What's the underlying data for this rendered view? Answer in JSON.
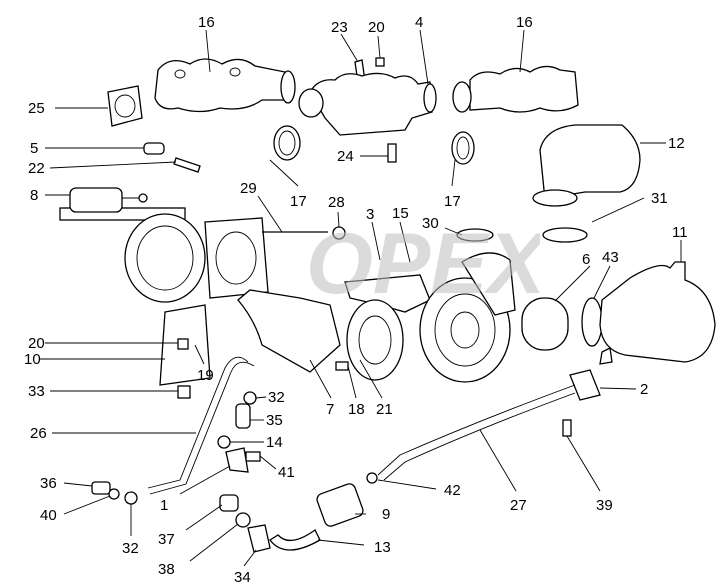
{
  "diagram": {
    "watermark": "OPEX",
    "callouts": [
      {
        "id": "c16a",
        "text": "16"
      },
      {
        "id": "c23",
        "text": "23"
      },
      {
        "id": "c20a",
        "text": "20"
      },
      {
        "id": "c4",
        "text": "4"
      },
      {
        "id": "c16b",
        "text": "16"
      },
      {
        "id": "c25",
        "text": "25"
      },
      {
        "id": "c5",
        "text": "5"
      },
      {
        "id": "c22",
        "text": "22"
      },
      {
        "id": "c12",
        "text": "12"
      },
      {
        "id": "c24",
        "text": "24"
      },
      {
        "id": "c8",
        "text": "8"
      },
      {
        "id": "c29",
        "text": "29"
      },
      {
        "id": "c17a",
        "text": "17"
      },
      {
        "id": "c28",
        "text": "28"
      },
      {
        "id": "c3",
        "text": "3"
      },
      {
        "id": "c15",
        "text": "15"
      },
      {
        "id": "c17b",
        "text": "17"
      },
      {
        "id": "c31",
        "text": "31"
      },
      {
        "id": "c30",
        "text": "30"
      },
      {
        "id": "c11",
        "text": "11"
      },
      {
        "id": "c6",
        "text": "6"
      },
      {
        "id": "c43",
        "text": "43"
      },
      {
        "id": "c20b",
        "text": "20"
      },
      {
        "id": "c10",
        "text": "10"
      },
      {
        "id": "c19",
        "text": "19"
      },
      {
        "id": "c33",
        "text": "33"
      },
      {
        "id": "c32a",
        "text": "32"
      },
      {
        "id": "c7",
        "text": "7"
      },
      {
        "id": "c18",
        "text": "18"
      },
      {
        "id": "c21",
        "text": "21"
      },
      {
        "id": "c2",
        "text": "2"
      },
      {
        "id": "c35",
        "text": "35"
      },
      {
        "id": "c26",
        "text": "26"
      },
      {
        "id": "c14",
        "text": "14"
      },
      {
        "id": "c41",
        "text": "41"
      },
      {
        "id": "c36",
        "text": "36"
      },
      {
        "id": "c1",
        "text": "1"
      },
      {
        "id": "c42",
        "text": "42"
      },
      {
        "id": "c27",
        "text": "27"
      },
      {
        "id": "c39",
        "text": "39"
      },
      {
        "id": "c40",
        "text": "40"
      },
      {
        "id": "c32b",
        "text": "32"
      },
      {
        "id": "c9",
        "text": "9"
      },
      {
        "id": "c37",
        "text": "37"
      },
      {
        "id": "c13",
        "text": "13"
      },
      {
        "id": "c38",
        "text": "38"
      },
      {
        "id": "c34",
        "text": "34"
      }
    ]
  }
}
